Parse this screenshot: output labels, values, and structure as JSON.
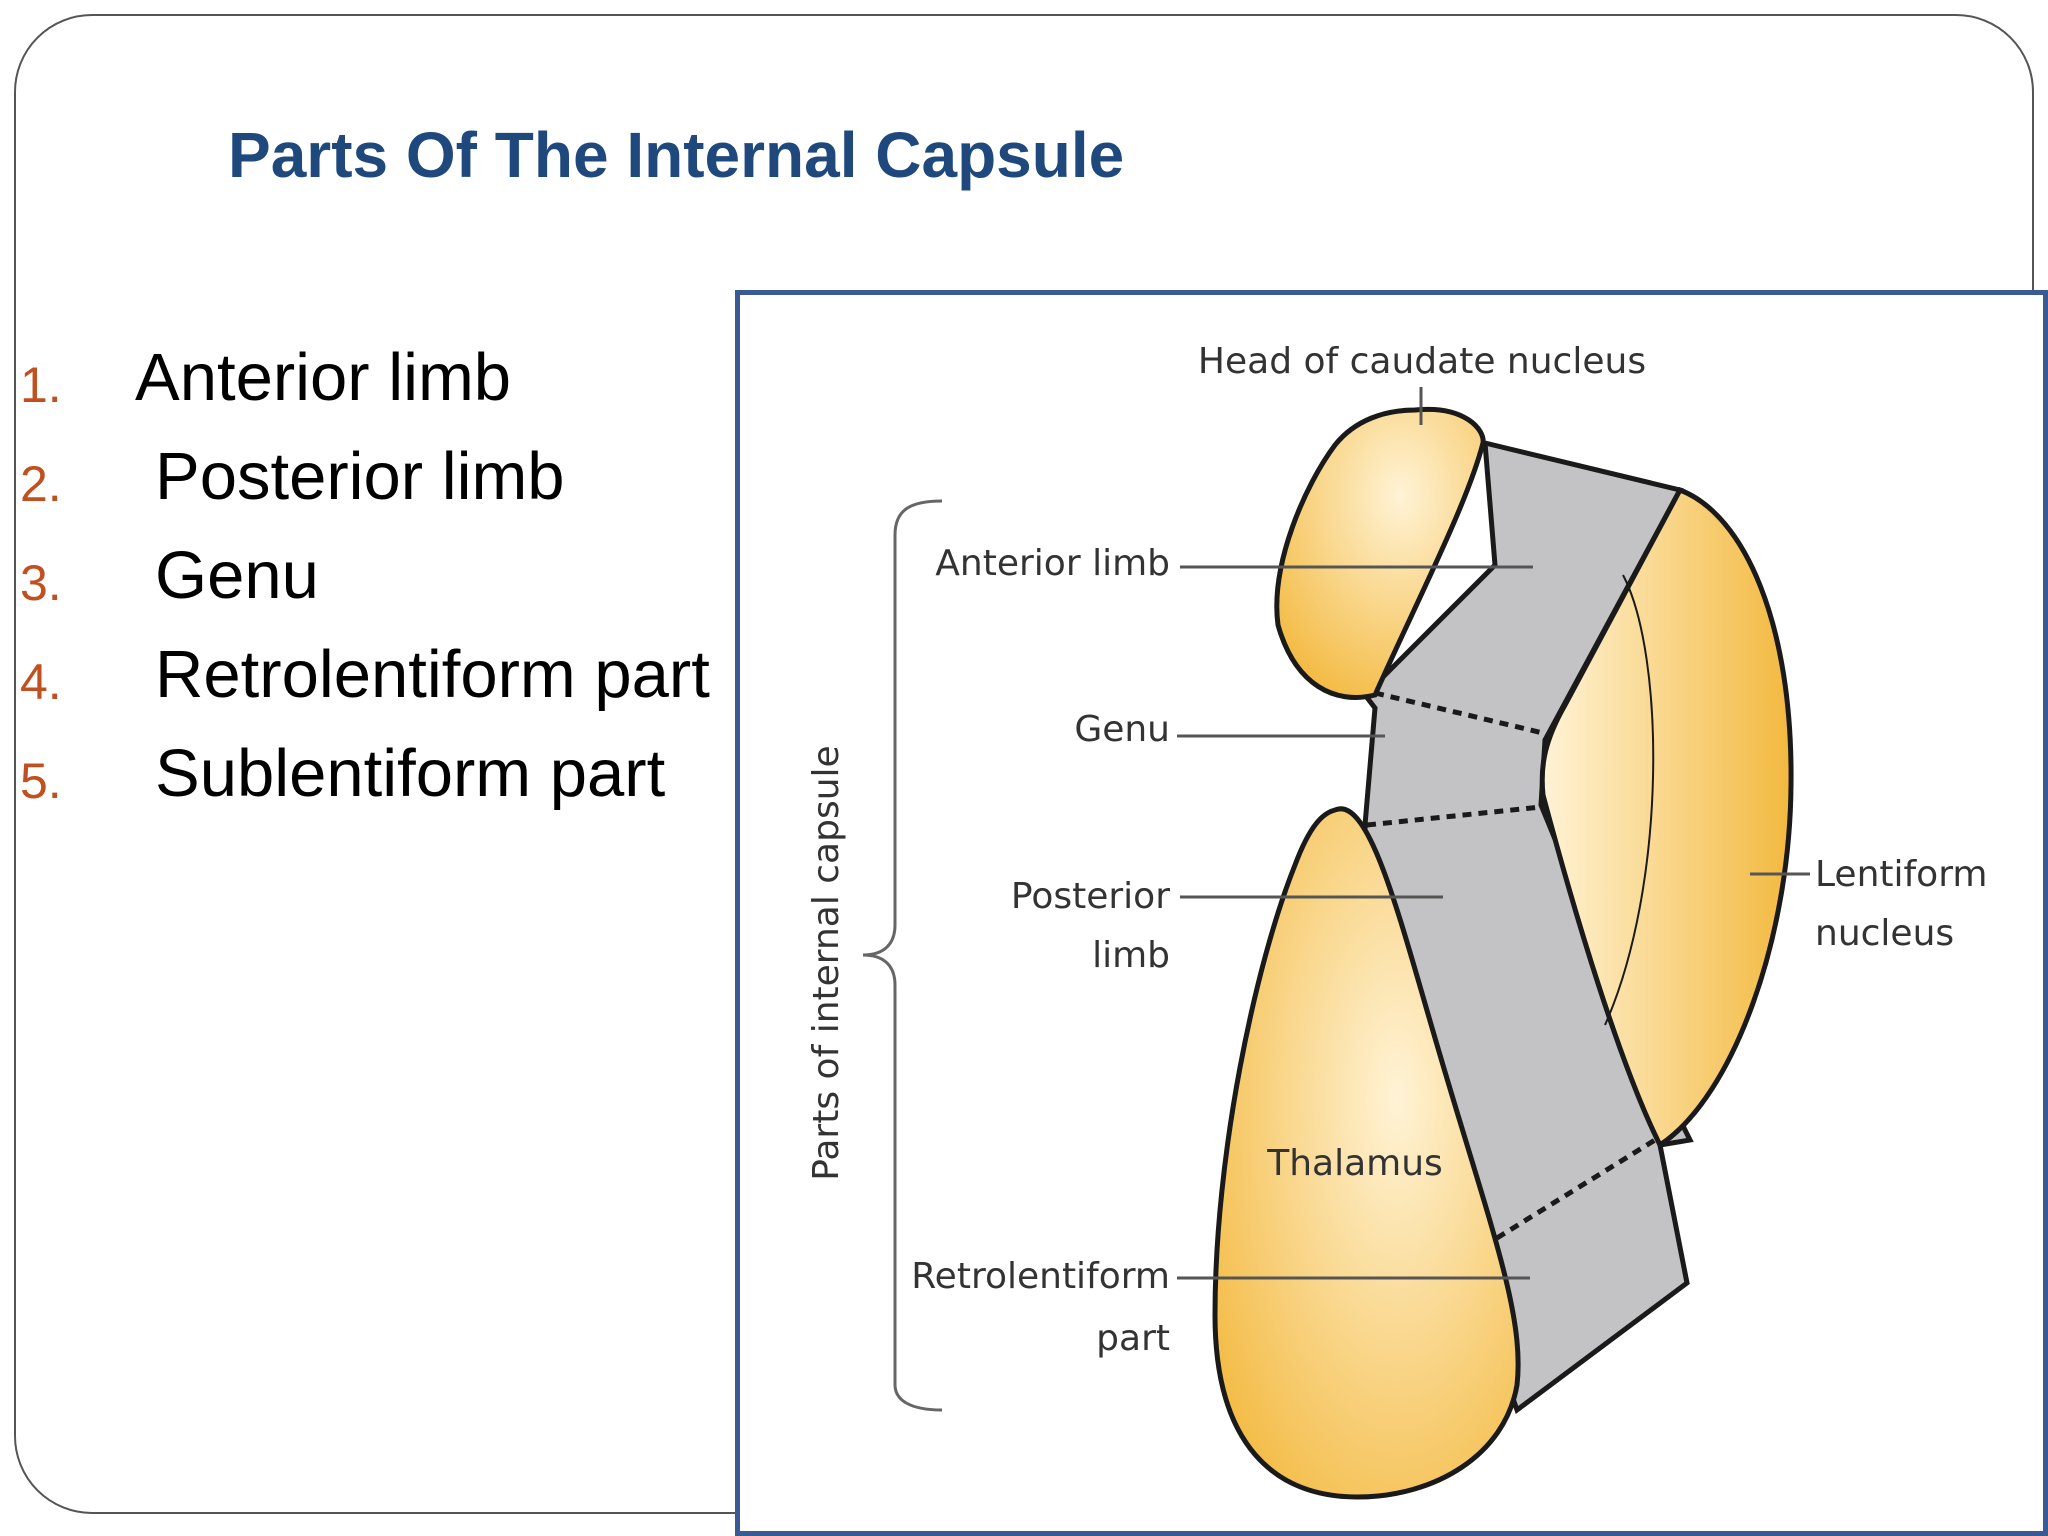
{
  "slide": {
    "title": "Parts Of The Internal Capsule",
    "title_color": "#1f497d",
    "number_color": "#c0501f",
    "items": [
      {
        "number": "1.",
        "text": "Anterior limb"
      },
      {
        "number": "2.",
        "text": "Posterior limb"
      },
      {
        "number": "3.",
        "text": "Genu"
      },
      {
        "number": "4.",
        "text": "Retrolentiform part"
      },
      {
        "number": "5.",
        "text": "Sublentiform part"
      }
    ]
  },
  "figure": {
    "labels": {
      "head_of_caudate": "Head of caudate nucleus",
      "anterior_limb": "Anterior limb",
      "genu": "Genu",
      "posterior_line1": "Posterior",
      "posterior_line2": "limb",
      "retro_line1": "Retrolentiform",
      "retro_line2": "part",
      "lentiform_line1": "Lentiform",
      "lentiform_line2": "nucleus",
      "thalamus": "Thalamus",
      "bracket": "Parts of internal capsule"
    },
    "colors": {
      "nucleus_light": "#fff3d6",
      "nucleus_dark": "#f3b93f",
      "capsule_gray": "#c3c3c5",
      "outline": "#1a1a1a",
      "border": "#3a5a95"
    }
  }
}
